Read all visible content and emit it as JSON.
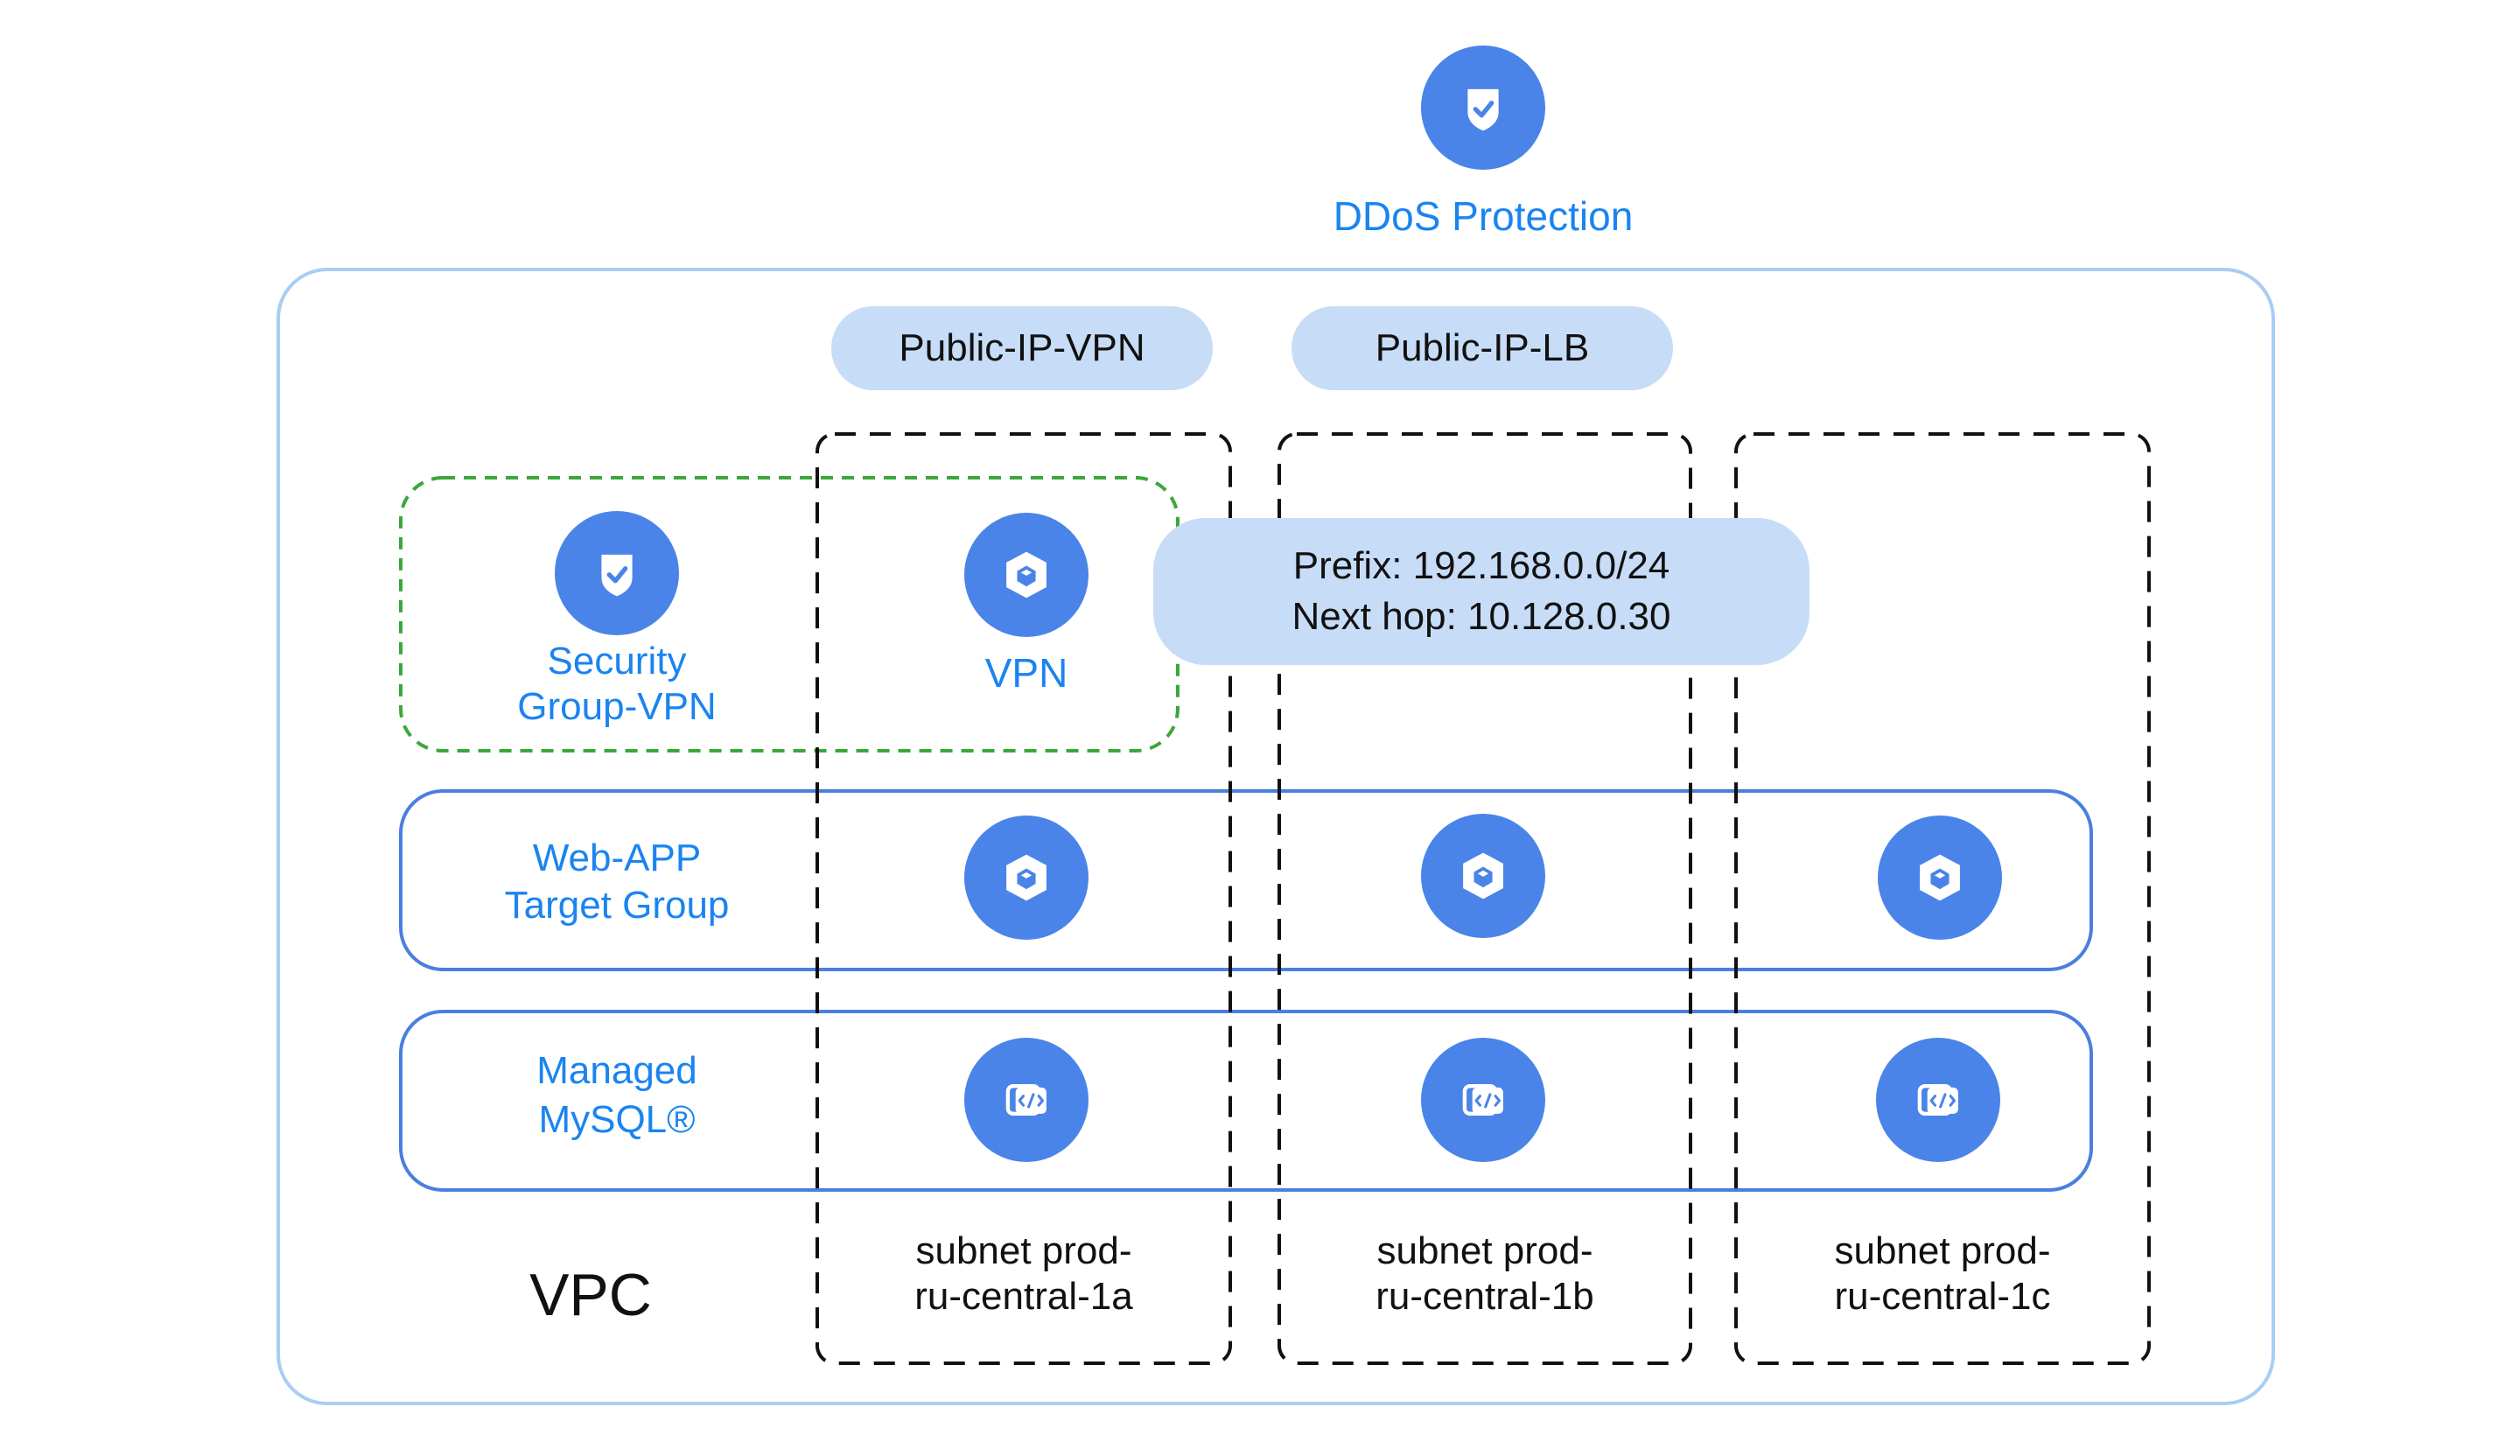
{
  "ddos": {
    "label": "DDoS Protection"
  },
  "vpc": {
    "label": "VPC"
  },
  "public_ips": [
    {
      "label": "Public-IP-VPN"
    },
    {
      "label": "Public-IP-LB"
    }
  ],
  "security_group": {
    "line1": "Security",
    "line2": "Group-VPN"
  },
  "vpn": {
    "label": "VPN"
  },
  "route": {
    "line1": "Prefix: 192.168.0.0/24",
    "line2": "Next hop: 10.128.0.30"
  },
  "web_app": {
    "line1": "Web-APP",
    "line2": "Target Group"
  },
  "mysql": {
    "line1": "Managed",
    "line2": "MySQL®"
  },
  "subnets": [
    {
      "line1": "subnet prod-",
      "line2": "ru-central-1a"
    },
    {
      "line1": "subnet prod-",
      "line2": "ru-central-1b"
    },
    {
      "line1": "subnet prod-",
      "line2": "ru-central-1c"
    }
  ],
  "icons": {
    "ddos": "shield-check-icon",
    "security_group": "shield-check-icon",
    "vpn": "compute-vm-icon",
    "web_app": "compute-vm-icon",
    "mysql": "managed-database-icon"
  },
  "colors": {
    "accent": "#1a84f0",
    "icon_fill": "#4a84e8",
    "vpc_border": "#a9cdf4",
    "group_border": "#4a7fe0",
    "security_group_border": "#3aa83a",
    "pill_fill": "#c7dcf7"
  }
}
